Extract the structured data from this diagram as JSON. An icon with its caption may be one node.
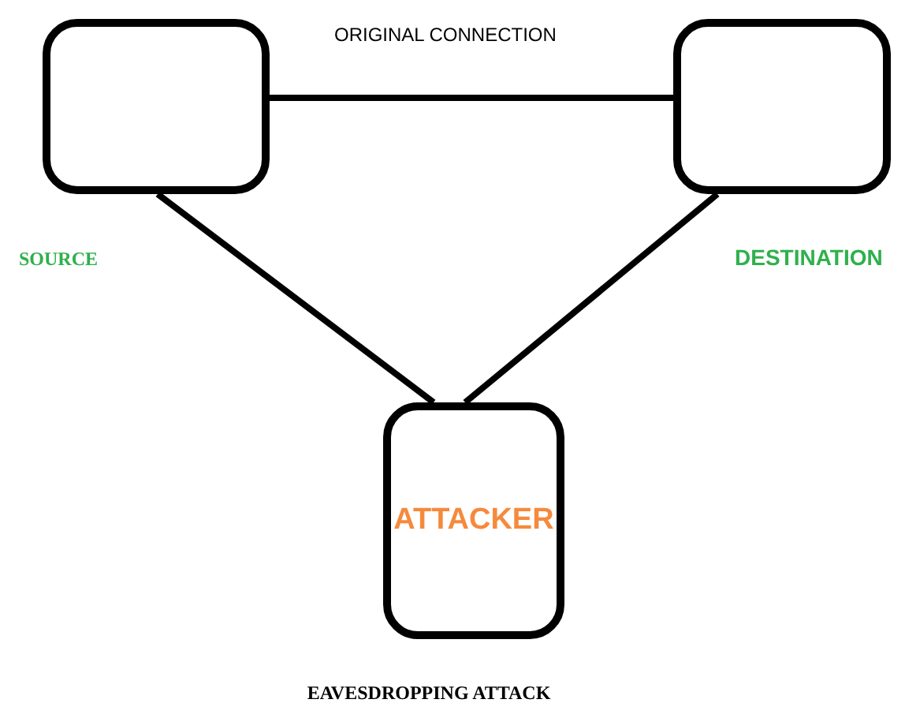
{
  "diagram": {
    "caption": "EAVESDROPPING ATTACK",
    "nodes": [
      {
        "text": [],
        "shape": "box",
        "beside": [
          "SOURCE"
        ]
      },
      {
        "text": [],
        "shape": "box",
        "beside": [
          "DESTINATION"
        ]
      },
      {
        "text": [
          "ATTACKER"
        ]
      }
    ],
    "edges": [
      {
        "from": 0,
        "to": 1,
        "arrow": "none",
        "label": "ORIGINAL CONNECTION"
      },
      {
        "from": 0,
        "to": 2,
        "arrow": "none"
      },
      {
        "from": 1,
        "to": 2,
        "arrow": "none"
      }
    ]
  }
}
